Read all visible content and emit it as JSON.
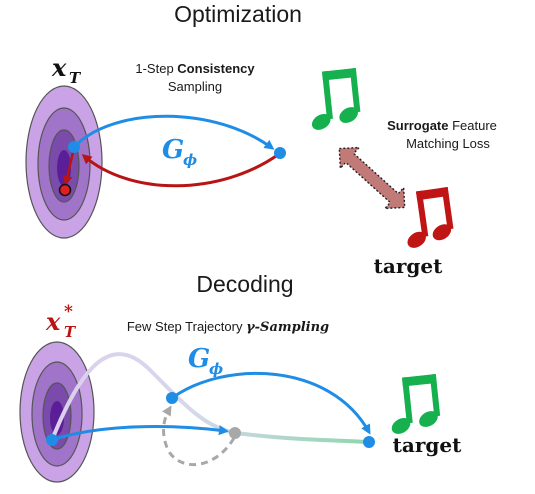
{
  "sections": {
    "optimization": {
      "title": "Optimization",
      "latent_base": "x",
      "latent_sub": "T",
      "sampling_line1_prefix": "1-Step ",
      "sampling_line1_bold": "Consistency",
      "sampling_line2": "Sampling",
      "generator_base": "G",
      "generator_sub": "ϕ",
      "loss_line1_bold": "Surrogate",
      "loss_line1_rest": " Feature",
      "loss_line2": "Matching Loss",
      "target_label": "target"
    },
    "decoding": {
      "title": "Decoding",
      "latent_base": "x",
      "latent_sup": "*",
      "latent_sub": "T",
      "caption_prefix": "Few Step Trajectory ",
      "caption_bold": "γ-Sampling",
      "generator_base": "G",
      "generator_sub": "ϕ",
      "target_label": "target"
    }
  },
  "colors": {
    "ellipse_outer": "#c9a3e6",
    "ellipse_mid": "#a074c8",
    "ellipse_inner": "#7a4bab",
    "ellipse_core": "#5a1f98",
    "ellipse_stroke": "#555555",
    "blue_arrow": "#1f8de6",
    "red_arrow": "#b81414",
    "green_note": "#17b04e",
    "red_note": "#c01515",
    "loss_arrow_fill": "#c27a78",
    "trajectory_lavender": "#dcd0ee",
    "trajectory_green": "#8ed5b0",
    "grey_dashed": "#a8a8a8"
  },
  "icons": [
    "green-music-note-icon",
    "red-music-note-icon",
    "double-headed-loss-arrow-icon"
  ]
}
